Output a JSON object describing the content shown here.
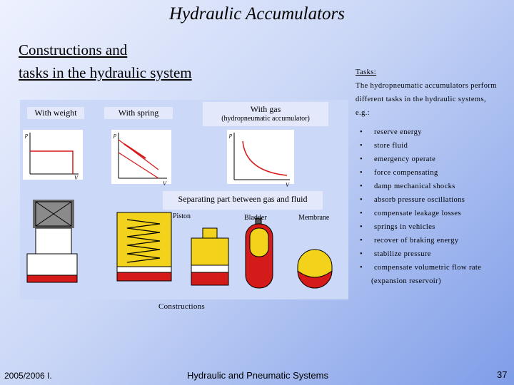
{
  "slide": {
    "title": "Hydraulic Accumulators",
    "subtitle_line1": "Constructions and",
    "subtitle_line2": "tasks in the hydraulic system"
  },
  "diagram": {
    "with_weight": "With weight",
    "with_spring": "With spring",
    "with_gas": "With gas",
    "with_gas_sub": "(hydropneumatic accumulator)",
    "axis_p": "p",
    "axis_v": "V",
    "separating": "Separating part between gas and fluid",
    "piston": "Piston",
    "bladder": "Bladder",
    "membrane": "Membrane",
    "constructions": "Constructions"
  },
  "tasks": {
    "heading": "Tasks:",
    "intro": "The hydropneumatic accumulators perform different tasks in the hydraulic systems, e.g.:",
    "items": [
      "reserve energy",
      "store fluid",
      "emergency operate",
      "force compensating",
      "damp mechanical shocks",
      "absorb pressure oscillations",
      "compensate leakage losses",
      "springs in vehicles",
      "recover of braking energy",
      "stabilize pressure",
      "compensate volumetric flow rate"
    ],
    "item_continuation": "(expansion reservoir)"
  },
  "footer": {
    "left": "2005/2006 I.",
    "center": "Hydraulic and Pneumatic Systems",
    "page": "37"
  },
  "colors": {
    "fluid": "#d51a1a",
    "gas": "#f2d21a",
    "weight": "#666666"
  }
}
